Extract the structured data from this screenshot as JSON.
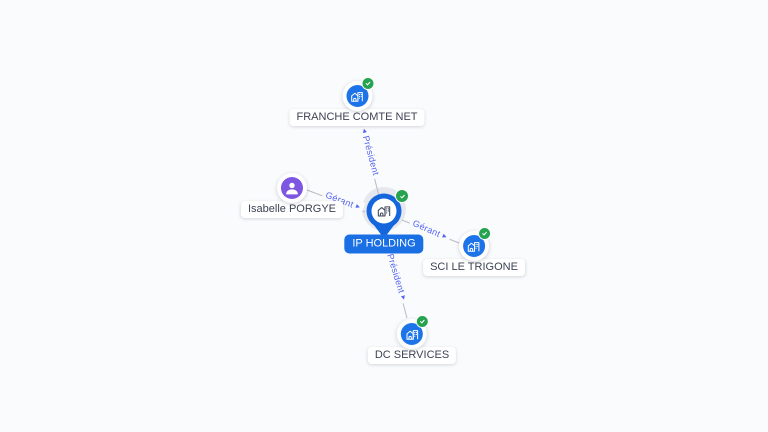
{
  "graph": {
    "nodes": [
      {
        "id": "ip-holding",
        "label": "IP HOLDING",
        "type": "company",
        "role": "central",
        "verified": true
      },
      {
        "id": "franche-comte-net",
        "label": "FRANCHE COMTE NET",
        "type": "company",
        "verified": true
      },
      {
        "id": "isabelle-porgye",
        "label": "Isabelle PORGYE",
        "type": "person",
        "verified": false
      },
      {
        "id": "sci-le-trigone",
        "label": "SCI LE TRIGONE",
        "type": "company",
        "verified": true
      },
      {
        "id": "dc-services",
        "label": "DC SERVICES",
        "type": "company",
        "verified": true
      }
    ],
    "edges": [
      {
        "from": "ip-holding",
        "to": "franche-comte-net",
        "label": "Président",
        "arrow": "◂"
      },
      {
        "from": "isabelle-porgye",
        "to": "ip-holding",
        "label": "Gérant",
        "arrow": "▸"
      },
      {
        "from": "ip-holding",
        "to": "sci-le-trigone",
        "label": "Gérant",
        "arrow": "▸"
      },
      {
        "from": "ip-holding",
        "to": "dc-services",
        "label": "Président",
        "arrow": "▸"
      }
    ],
    "colors": {
      "background": "#fafbfd",
      "company_icon": "#1d74e9",
      "person_icon": "#7d57e2",
      "verified_badge": "#26a34f",
      "pin": "#1565dd",
      "pin_inner_icon": "#40485a",
      "central_label_bg": "#1a6fe4",
      "edge_line": "#b7bcc7",
      "edge_label_text": "#5263f0",
      "node_label_text": "#3c4354",
      "halo": "rgba(99,110,130,0.13)"
    }
  }
}
